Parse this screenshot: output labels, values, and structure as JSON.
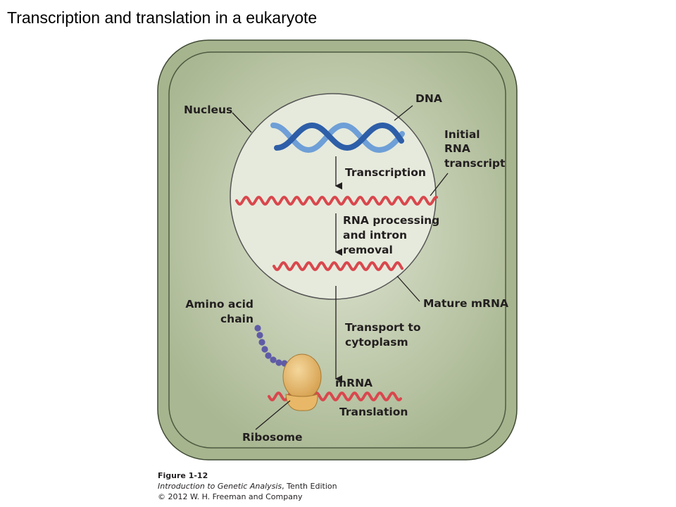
{
  "title": "Transcription and translation in a eukaryote",
  "labels": {
    "nucleus": "Nucleus",
    "dna": "DNA",
    "initial_rna_1": "Initial",
    "initial_rna_2": "RNA",
    "initial_rna_3": "transcript",
    "transcription": "Transcription",
    "processing_1": "RNA processing",
    "processing_2": "and intron",
    "processing_3": "removal",
    "mature_mrna": "Mature mRNA",
    "amino_1": "Amino acid",
    "amino_2": "chain",
    "transport_1": "Transport to",
    "transport_2": "cytoplasm",
    "mrna": "mRNA",
    "translation": "Translation",
    "ribosome": "Ribosome"
  },
  "caption": {
    "figure": "Figure 1-12",
    "book_title": "Introduction to Genetic Analysis",
    "edition": ", Tenth Edition",
    "copyright": "© 2012 W. H. Freeman and Company"
  },
  "colors": {
    "cell_fill": "#a7b58f",
    "cell_inner": "#d3dbc3",
    "nucleus_fill": "#e6eadc",
    "dna_dark": "#2d5ea8",
    "dna_light": "#6e9fd7",
    "rna": "#d9474d",
    "amino_acid": "#5f5ba6",
    "ribosome": "#e3b66a"
  }
}
